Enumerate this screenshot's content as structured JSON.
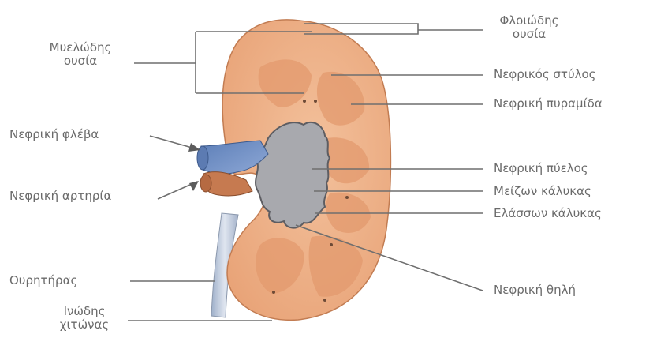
{
  "labels": {
    "medulla": "Μυελώδης ουσία",
    "renal_vein": "Νεφρική φλέβα",
    "renal_artery": "Νεφρική αρτηρία",
    "ureter": "Ουρητήρας",
    "fibrous_capsule": "Ινώδης χιτώνας",
    "cortex": "Φλοιώδης ουσία",
    "renal_column": "Νεφρικός στύλος",
    "renal_pyramid": "Νεφρική πυραμίδα",
    "renal_pelvis": "Νεφρική πύελος",
    "major_calyx": "Μείζων κάλυκας",
    "minor_calyx": "Ελάσσων κάλυκας",
    "renal_papilla": "Νεφρική θηλή"
  },
  "colors": {
    "cortex": "#efb088",
    "medulla": "#e49a70",
    "pelvis": "#a9a9ad",
    "vein": "#6f8fc3",
    "artery": "#c97a52",
    "ureter": "#b9c5d9",
    "leader": "#6f6f6f"
  }
}
